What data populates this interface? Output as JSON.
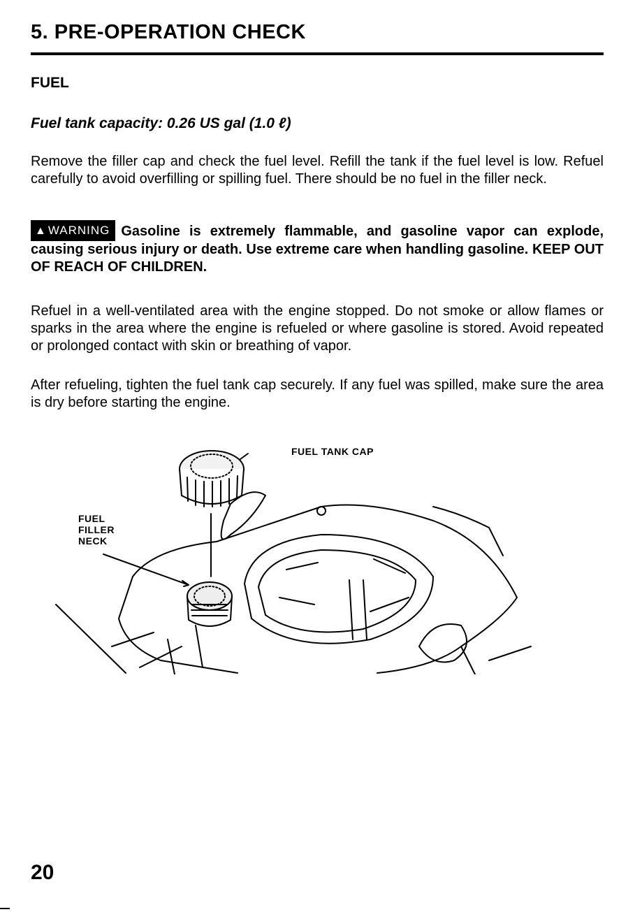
{
  "header": {
    "title": "5. PRE-OPERATION CHECK"
  },
  "section": {
    "heading": "FUEL",
    "capacity": "Fuel tank capacity: 0.26 US gal (1.0 ℓ)"
  },
  "paragraphs": {
    "check": "Remove the filler cap and check the fuel level. Refill the tank if the fuel level is low. Refuel carefully to avoid overfilling or spilling fuel. There should be no fuel in the filler neck.",
    "refuel_area": "Refuel in a well-ventilated area with the engine stopped. Do not smoke or allow flames or sparks in the area where the engine is refueled or where gasoline is stored. Avoid repeated or prolonged contact with skin or breathing of vapor.",
    "after_refuel": "After refueling, tighten the fuel tank cap securely. If any fuel was spilled, make sure the area is dry before starting the engine."
  },
  "warning": {
    "badge": "WARNING",
    "badge_icon": "warning-triangle-icon",
    "text": "Gasoline is extremely flammable, and gasoline vapor can explode, causing serious injury or death. Use extreme care when handling gasoline. KEEP OUT OF REACH OF CHILDREN."
  },
  "illustration": {
    "label_cap": "FUEL TANK CAP",
    "label_neck_line1": "FUEL",
    "label_neck_line2": "FILLER",
    "label_neck_line3": "NECK"
  },
  "footer": {
    "page_number": "20"
  }
}
